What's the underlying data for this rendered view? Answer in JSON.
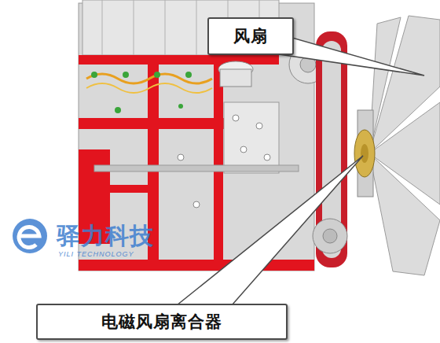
{
  "diagram": {
    "nodes": [
      {
        "text": [
          "风扇"
        ]
      },
      {
        "text": [
          "电磁风扇离合器"
        ]
      }
    ],
    "labels": [
      "驿力科技",
      "YILI TECHNOLOGY"
    ]
  }
}
